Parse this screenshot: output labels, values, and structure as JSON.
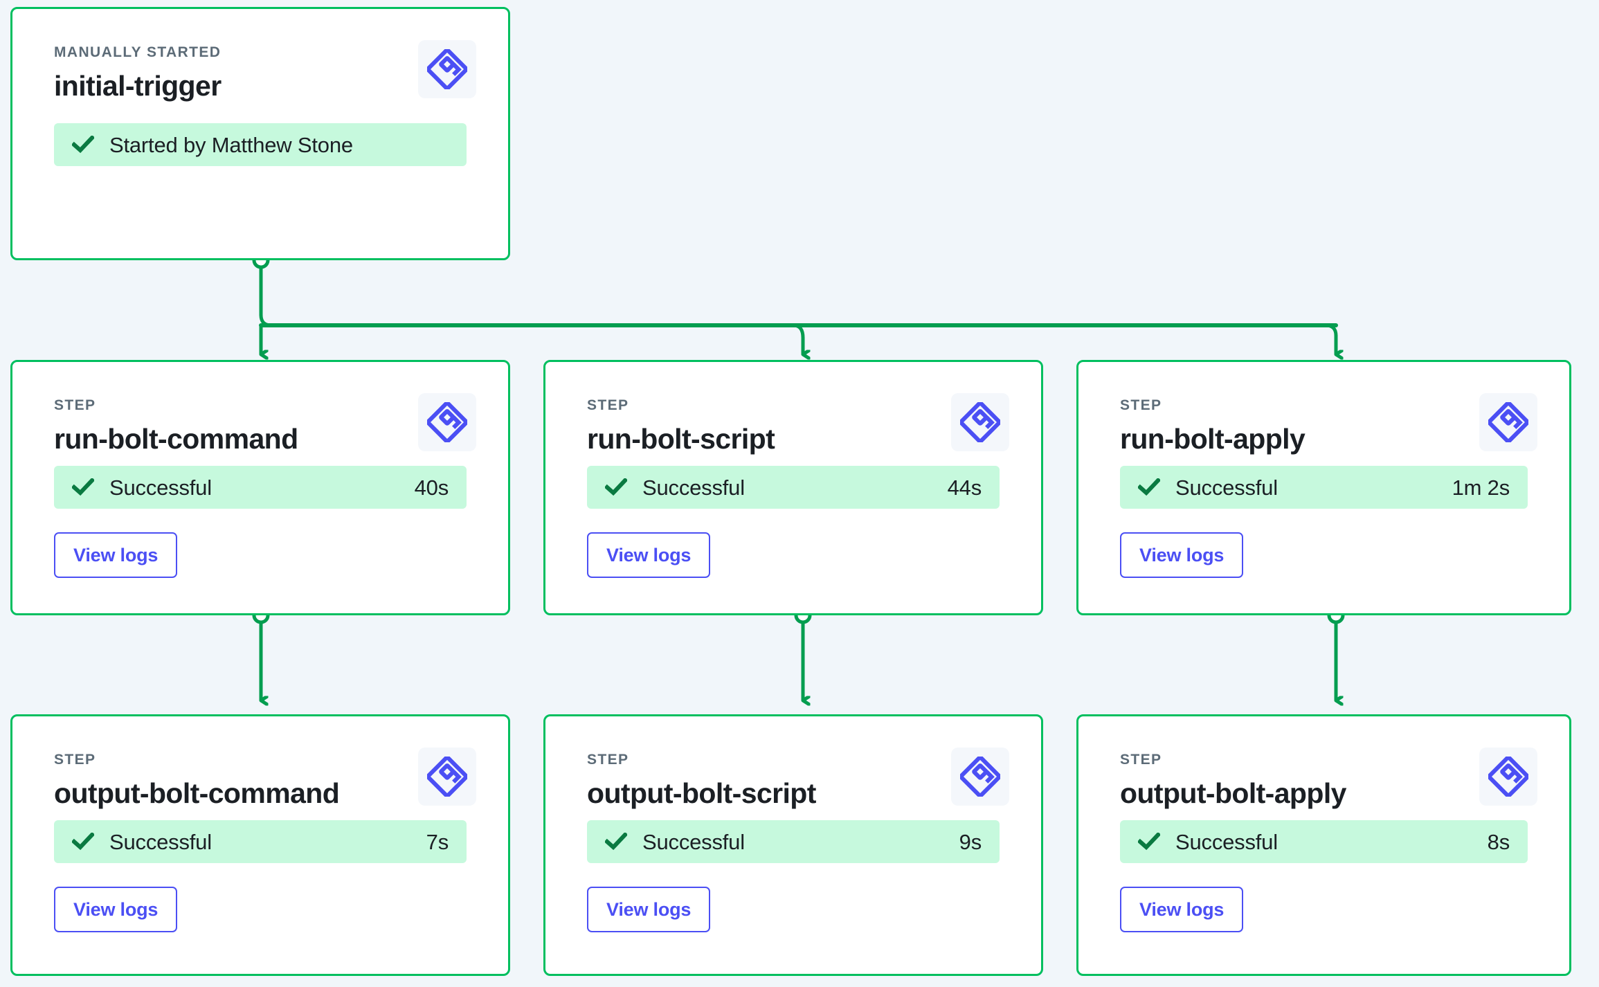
{
  "theme": {
    "page_background": "#f1f6fa",
    "card_border_green": "#00bf5f",
    "connector_green": "#049d4f",
    "status_bg_green": "#c6f9dd",
    "check_green": "#0a7a41",
    "accent_blue": "#4b4ff4",
    "icon_badge_bg": "#f4f7fb",
    "kicker_gray": "#5c6b77",
    "title_black": "#1b1f24"
  },
  "icons": {
    "bolt": "bolt-diamond-icon",
    "check": "check-icon",
    "arrow": "arrow-down-icon",
    "node": "connector-node-icon"
  },
  "trigger": {
    "kicker": "MANUALLY STARTED",
    "title": "initial-trigger",
    "status_label": "Started by Matthew Stone",
    "icon": "bolt-diamond-icon"
  },
  "steps": [
    {
      "kicker": "STEP",
      "title": "run-bolt-command",
      "status_label": "Successful",
      "duration": "40s",
      "button_label": "View logs",
      "icon": "bolt-diamond-icon"
    },
    {
      "kicker": "STEP",
      "title": "run-bolt-script",
      "status_label": "Successful",
      "duration": "44s",
      "button_label": "View logs",
      "icon": "bolt-diamond-icon"
    },
    {
      "kicker": "STEP",
      "title": "run-bolt-apply",
      "status_label": "Successful",
      "duration": "1m 2s",
      "button_label": "View logs",
      "icon": "bolt-diamond-icon"
    },
    {
      "kicker": "STEP",
      "title": "output-bolt-command",
      "status_label": "Successful",
      "duration": "7s",
      "button_label": "View logs",
      "icon": "bolt-diamond-icon"
    },
    {
      "kicker": "STEP",
      "title": "output-bolt-script",
      "status_label": "Successful",
      "duration": "9s",
      "button_label": "View logs",
      "icon": "bolt-diamond-icon"
    },
    {
      "kicker": "STEP",
      "title": "output-bolt-apply",
      "status_label": "Successful",
      "duration": "8s",
      "button_label": "View logs",
      "icon": "bolt-diamond-icon"
    }
  ]
}
